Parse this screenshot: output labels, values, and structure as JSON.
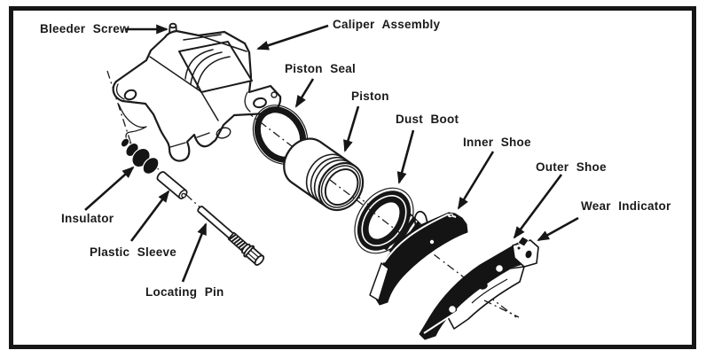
{
  "frame": {
    "border_color": "#161616",
    "background": "#ffffff"
  },
  "diagram": {
    "ink_color": "#1b1b1b",
    "labels": {
      "bleeder_screw": "Bleeder Screw",
      "caliper_assembly": "Caliper Assembly",
      "piston_seal": "Piston Seal",
      "piston": "Piston",
      "dust_boot": "Dust Boot",
      "inner_shoe": "Inner Shoe",
      "outer_shoe": "Outer Shoe",
      "wear_indicator": "Wear Indicator",
      "insulator": "Insulator",
      "plastic_sleeve": "Plastic Sleeve",
      "locating_pin": "Locating Pin"
    }
  }
}
